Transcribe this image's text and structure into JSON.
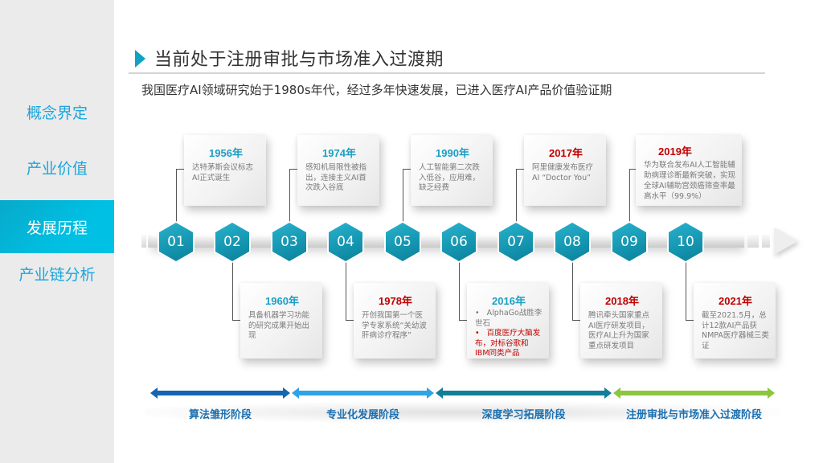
{
  "sidebar": {
    "items": [
      {
        "label": "概念界定",
        "active": false
      },
      {
        "label": "产业价值",
        "active": false
      },
      {
        "label": "发展历程",
        "active": true
      },
      {
        "label": "产业链分析",
        "active": false
      }
    ],
    "active_color": "#00bde0",
    "text_color": "#1aa6dc"
  },
  "header": {
    "title": "当前处于注册审批与市场准入过渡期",
    "subtitle": "我国医疗AI领域研究始于1980s年代，经过多年快速发展，已进入医疗AI产品价值验证期"
  },
  "timeline": {
    "nodes": [
      "01",
      "02",
      "03",
      "04",
      "05",
      "06",
      "07",
      "08",
      "09",
      "10"
    ],
    "events": [
      {
        "node": "01",
        "year": "1956年",
        "year_color": "#1b9fc4",
        "position": "top",
        "text": "达特茅斯会议标志AI正式诞生"
      },
      {
        "node": "02",
        "year": "1960年",
        "year_color": "#1b9fc4",
        "position": "bottom",
        "text": "具备机器学习功能的研究成果开始出现"
      },
      {
        "node": "03",
        "year": "1974年",
        "year_color": "#1b9fc4",
        "position": "top",
        "text": "感知机局限性被指出，连接主义AI首次跌入谷底"
      },
      {
        "node": "04",
        "year": "1978年",
        "year_color": "#c00000",
        "position": "bottom",
        "text": "开创我国第一个医学专家系统“关幼波肝病诊疗程序”"
      },
      {
        "node": "05",
        "year": "1990年",
        "year_color": "#1b9fc4",
        "position": "top",
        "text": "人工智能第二次跌入低谷，应用难，缺乏经费"
      },
      {
        "node": "06",
        "year": "2016年",
        "year_color": "#1b9fc4",
        "position": "bottom",
        "bullets": [
          {
            "text": "AlphaGo战胜李世石",
            "color": "#7a7a7a"
          },
          {
            "text": "百度医疗大脑发布，对标谷歌和IBM同类产品",
            "color": "#c00000"
          }
        ]
      },
      {
        "node": "07",
        "year": "2017年",
        "year_color": "#c00000",
        "position": "top",
        "text": "阿里健康发布医疗AI “Doctor You”"
      },
      {
        "node": "08",
        "year": "2018年",
        "year_color": "#c00000",
        "position": "bottom",
        "text": "腾讯牵头国家重点AI医疗研发项目，医疗AI上升为国家重点研发项目"
      },
      {
        "node": "09",
        "year": "2019年",
        "year_color": "#c00000",
        "position": "top",
        "text": "华为联合发布AI人工智能辅助病理诊断最新突破，实现全球AI辅助宫颈癌筛查率最高水平（99.9%）"
      },
      {
        "node": "10",
        "year": "2021年",
        "year_color": "#c00000",
        "position": "bottom",
        "text": "截至2021.5月，总计12款AI产品获NMPA医疗器械三类证"
      }
    ],
    "hex_color": "#1597b2"
  },
  "phases": [
    {
      "label": "算法雏形阶段",
      "color": "#1565b0"
    },
    {
      "label": "专业化发展阶段",
      "color": "#2ea3e6"
    },
    {
      "label": "深度学习拓展阶段",
      "color": "#117f98"
    },
    {
      "label": "注册审批与市场准入过渡阶段",
      "color": "#8cc63f"
    }
  ]
}
